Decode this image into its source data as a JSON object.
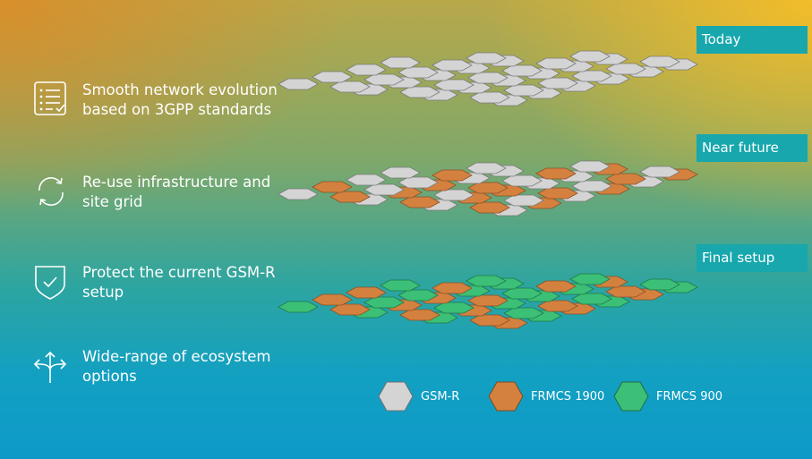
{
  "features": [
    {
      "icon": "checklist-icon",
      "text": "Smooth network evolution based on 3GPP standards"
    },
    {
      "icon": "refresh-cycle-icon",
      "text": "Re-use infrastructure and site grid"
    },
    {
      "icon": "shield-check-icon",
      "text": "Protect the current GSM-R setup"
    },
    {
      "icon": "branching-arrows-icon",
      "text": "Wide-range of ecosystem options"
    }
  ],
  "stages": [
    "Today",
    "Near future",
    "Final setup"
  ],
  "legend": [
    {
      "label": "GSM-R",
      "color": "#d4d4d4"
    },
    {
      "label": "FRMCS 1900",
      "color": "#d4813f"
    },
    {
      "label": "FRMCS 900",
      "color": "#3cbf76"
    }
  ],
  "colors": {
    "gsmr": "#d4d4d4",
    "frmcs1900": "#d4813f",
    "frmcs900": "#3cbf76",
    "label_bg": "#17a7ad"
  }
}
